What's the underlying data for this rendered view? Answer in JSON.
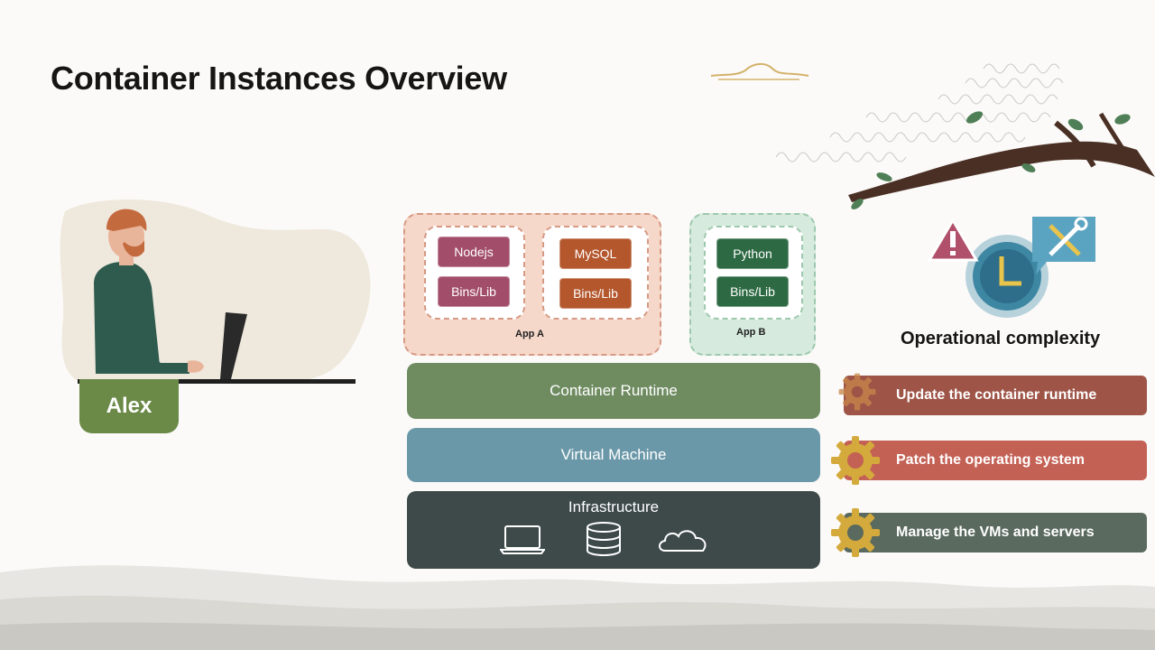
{
  "slide": {
    "title": "Container Instances Overview"
  },
  "person": {
    "name": "Alex"
  },
  "stack": {
    "app_a": {
      "label": "App A",
      "containers": [
        {
          "top": "Nodejs",
          "bottom": "Bins/Lib"
        },
        {
          "top": "MySQL",
          "bottom": "Bins/Lib"
        }
      ]
    },
    "app_b": {
      "label": "App B",
      "containers": [
        {
          "top": "Python",
          "bottom": "Bins/Lib"
        }
      ]
    },
    "layers": {
      "runtime": "Container Runtime",
      "vm": "Virtual Machine",
      "infrastructure": "Infrastructure"
    },
    "infra_icons": [
      "laptop-icon",
      "database-icon",
      "cloud-icon"
    ]
  },
  "operations": {
    "title": "Operational complexity",
    "tasks": [
      "Update the container runtime",
      "Patch the operating system",
      "Manage the VMs and servers"
    ]
  },
  "colors": {
    "runtime": "#6f8c61",
    "vm": "#6b98a8",
    "infrastructure": "#3e4a4a",
    "nodejs": "#a24e6b",
    "mysql": "#b4572d",
    "python": "#2d6a43",
    "name_badge": "#6b8a48",
    "gear": "#d4aa3c"
  }
}
